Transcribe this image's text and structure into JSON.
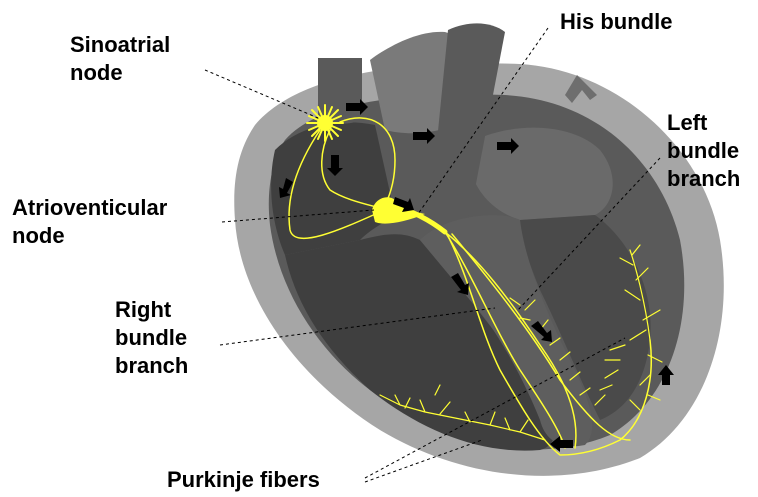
{
  "labels": {
    "sinoatrial_1": "Sinoatrial",
    "sinoatrial_2": "node",
    "his": "His bundle",
    "left_1": "Left",
    "left_2": "bundle",
    "left_3": "branch",
    "av_1": "Atrioventicular",
    "av_2": "node",
    "right_1": "Right",
    "right_2": "bundle",
    "right_3": "branch",
    "purkinje": "Purkinje fibers"
  },
  "colors": {
    "outer_tissue": "#a6a6a6",
    "myocardium": "#5a5a5a",
    "vessel": "#6e6e6e",
    "chamber_dark": "#3f3f3f",
    "conduction": "#ffff33"
  }
}
